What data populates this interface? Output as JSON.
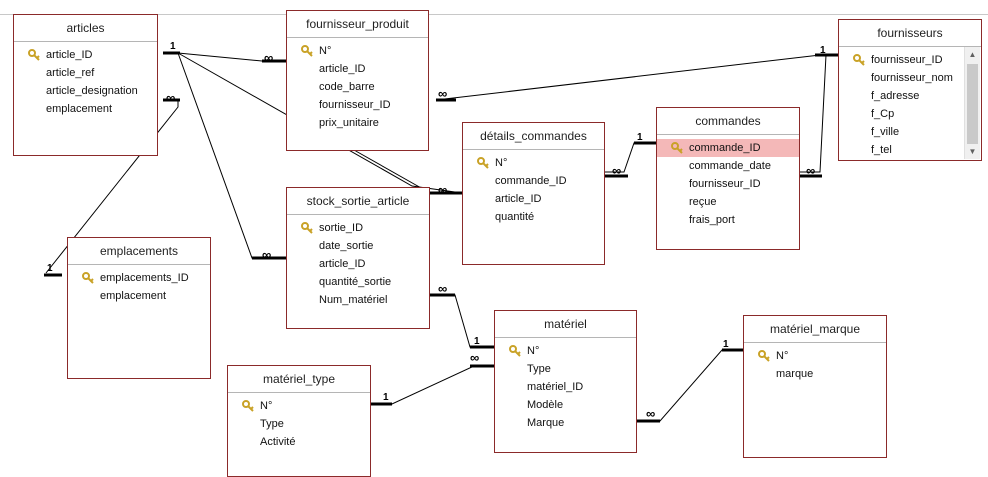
{
  "tables": {
    "articles": {
      "title": "articles",
      "fields": [
        "article_ID",
        "article_ref",
        "article_designation",
        "emplacement"
      ]
    },
    "fournisseur_produit": {
      "title": "fournisseur_produit",
      "fields": [
        "N°",
        "article_ID",
        "code_barre",
        "fournisseur_ID",
        "prix_unitaire"
      ]
    },
    "fournisseurs": {
      "title": "fournisseurs",
      "fields": [
        "fournisseur_ID",
        "fournisseur_nom",
        "f_adresse",
        "f_Cp",
        "f_ville",
        "f_tel"
      ]
    },
    "details_commandes": {
      "title": "détails_commandes",
      "fields": [
        "N°",
        "commande_ID",
        "article_ID",
        "quantité"
      ]
    },
    "commandes": {
      "title": "commandes",
      "fields": [
        "commande_ID",
        "commande_date",
        "fournisseur_ID",
        "reçue",
        "frais_port"
      ]
    },
    "stock_sortie_article": {
      "title": "stock_sortie_article",
      "fields": [
        "sortie_ID",
        "date_sortie",
        "article_ID",
        "quantité_sortie",
        "Num_matériel"
      ]
    },
    "emplacements": {
      "title": "emplacements",
      "fields": [
        "emplacements_ID",
        "emplacement"
      ]
    },
    "materiel": {
      "title": "matériel",
      "fields": [
        "N°",
        "Type",
        "matériel_ID",
        "Modèle",
        "Marque"
      ]
    },
    "materiel_type": {
      "title": "matériel_type",
      "fields": [
        "N°",
        "Type",
        "Activité"
      ]
    },
    "materiel_marque": {
      "title": "matériel_marque",
      "fields": [
        "N°",
        "marque"
      ]
    }
  },
  "cardinality": {
    "one": "1",
    "many": "∞"
  },
  "colors": {
    "table_border": "#8b2a2a",
    "selected_field": "#f4b8b8",
    "key_icon": "#c9a227"
  }
}
